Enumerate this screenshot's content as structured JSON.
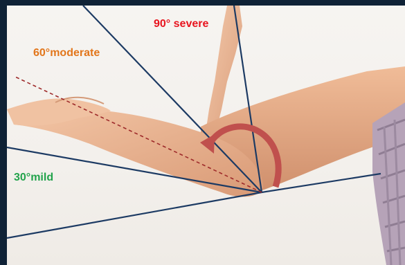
{
  "labels": {
    "severe": "90° severe",
    "moderate": "60°moderate",
    "mild": "30°mild"
  },
  "colors": {
    "severe": "#e8141e",
    "moderate": "#e2761b",
    "mild": "#22a34b",
    "lines": "#1c3a63",
    "dashed": "#9e2a2a",
    "arc": "#c0504d",
    "background": "#0f2236"
  },
  "image": {
    "subject": "arm-bent-at-elbow-with-angle-lines"
  }
}
